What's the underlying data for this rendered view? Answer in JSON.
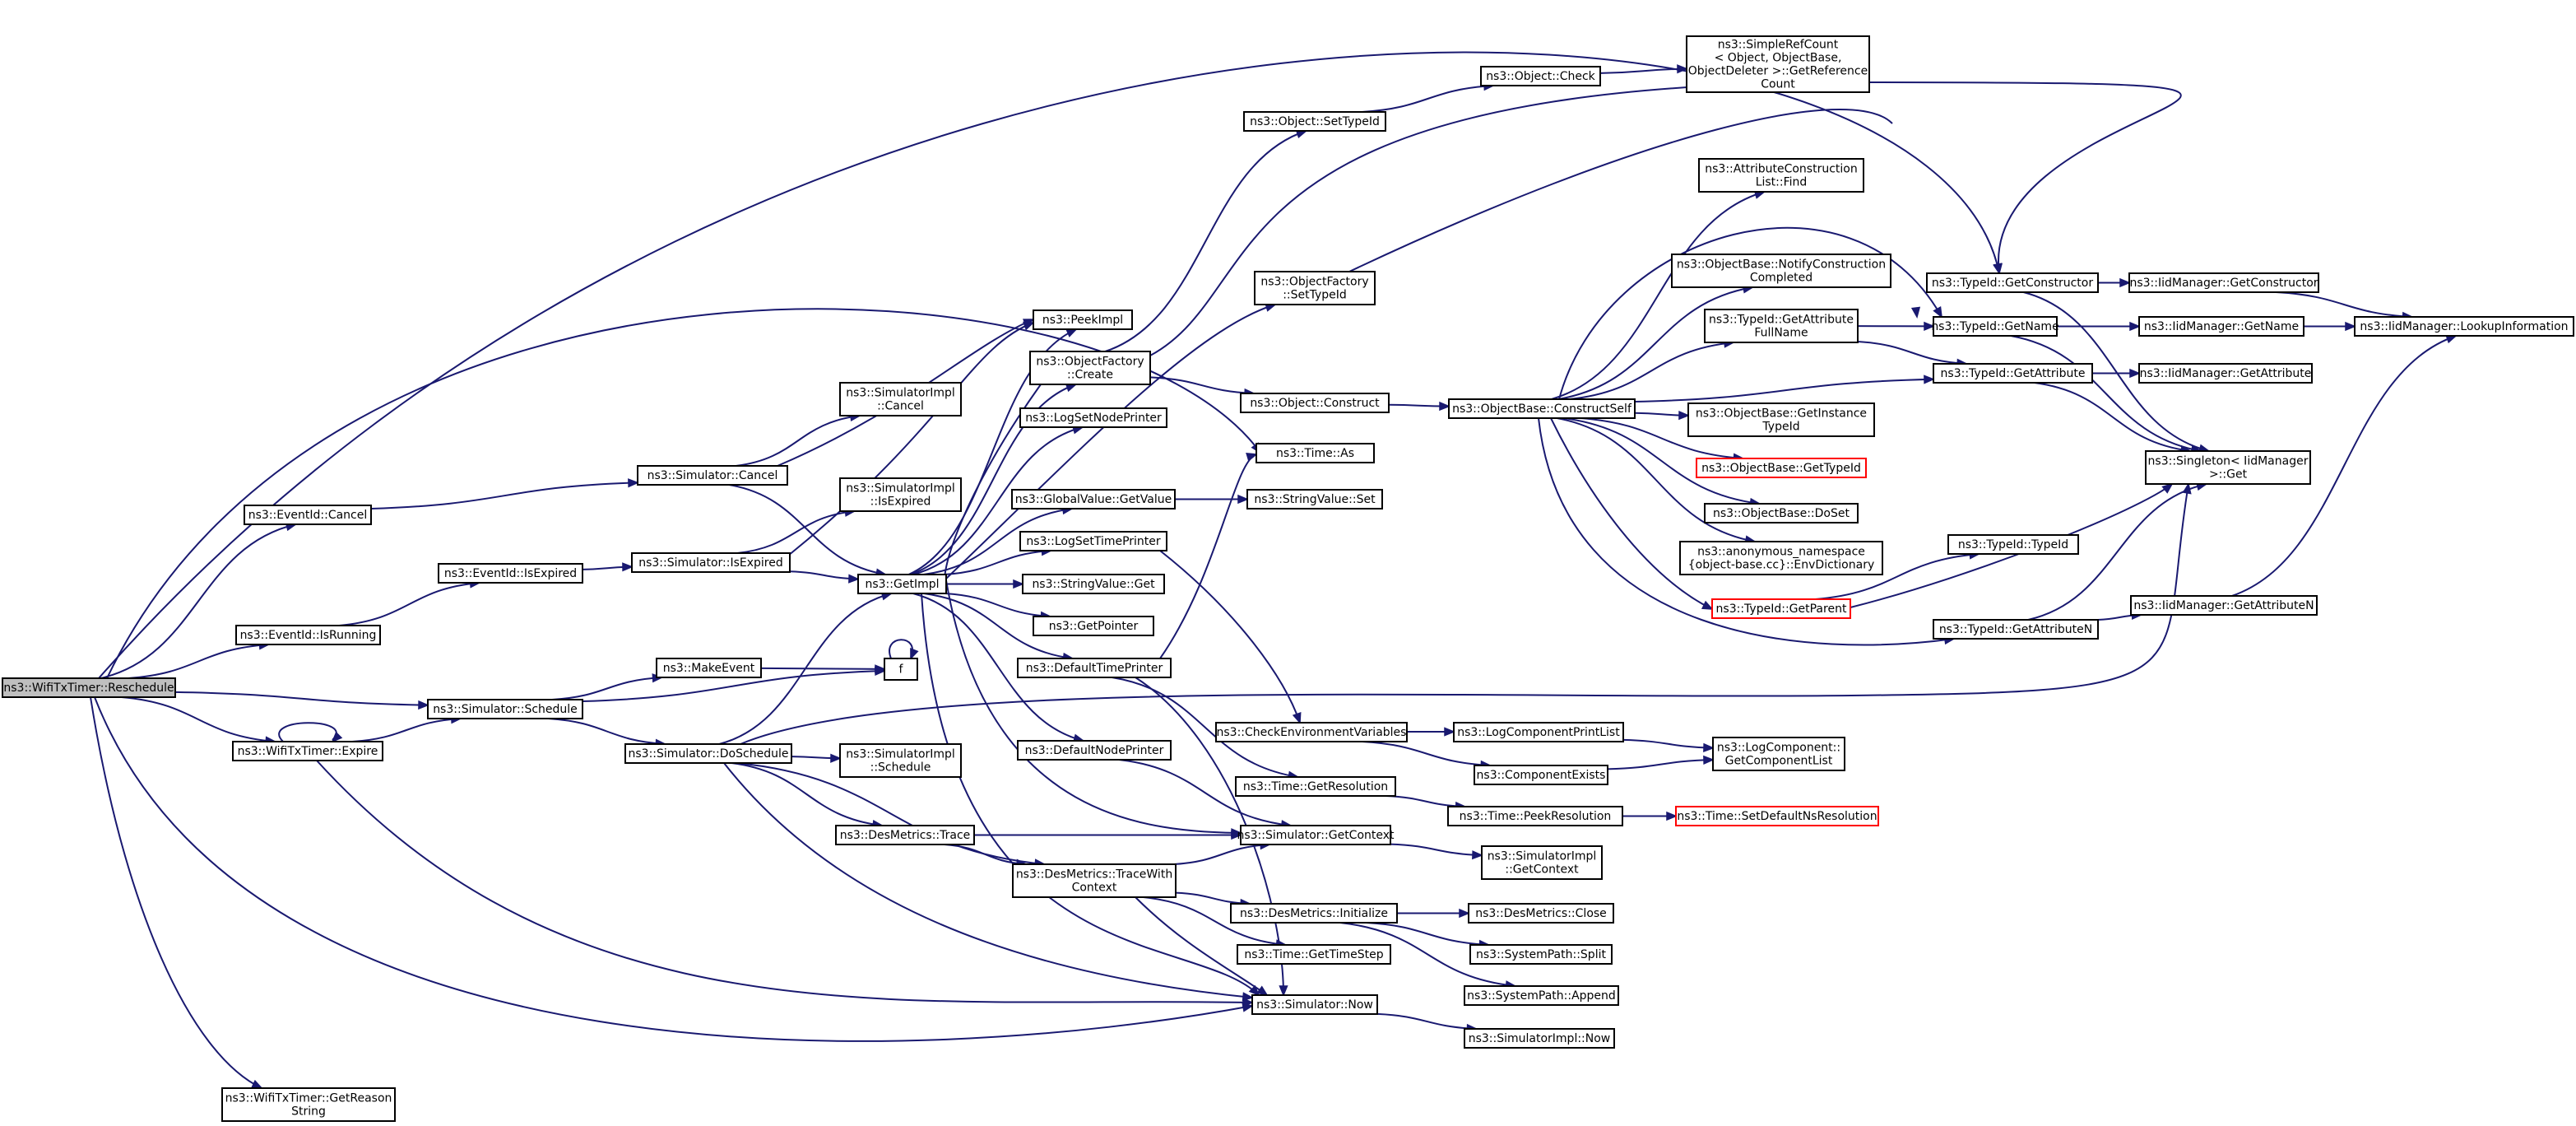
{
  "graph": {
    "colors": {
      "edge": "#191970",
      "node_border": "#000000",
      "node_fill": "#ffffff",
      "focus_fill": "#bfbfbf",
      "truncated_border": "#ff0000"
    },
    "nodes": [
      {
        "id": "reschedule",
        "lines": [
          "ns3::WifiTxTimer::Reschedule"
        ],
        "style": "focus"
      },
      {
        "id": "eventid_cancel",
        "lines": [
          "ns3::EventId::Cancel"
        ]
      },
      {
        "id": "eventid_isrunning",
        "lines": [
          "ns3::EventId::IsRunning"
        ]
      },
      {
        "id": "eventid_isexpired",
        "lines": [
          "ns3::EventId::IsExpired"
        ]
      },
      {
        "id": "sim_cancel",
        "lines": [
          "ns3::Simulator::Cancel"
        ]
      },
      {
        "id": "sim_isexpired",
        "lines": [
          "ns3::Simulator::IsExpired"
        ]
      },
      {
        "id": "simimpl_cancel",
        "lines": [
          "ns3::SimulatorImpl",
          "::Cancel"
        ]
      },
      {
        "id": "simimpl_isexpired",
        "lines": [
          "ns3::SimulatorImpl",
          "::IsExpired"
        ]
      },
      {
        "id": "getimpl",
        "lines": [
          "ns3::GetImpl"
        ]
      },
      {
        "id": "peekimpl",
        "lines": [
          "ns3::PeekImpl"
        ]
      },
      {
        "id": "objfactory_create",
        "lines": [
          "ns3::ObjectFactory",
          "::Create"
        ]
      },
      {
        "id": "logsetnodeprinter",
        "lines": [
          "ns3::LogSetNodePrinter"
        ]
      },
      {
        "id": "globalvalue_getvalue",
        "lines": [
          "ns3::GlobalValue::GetValue"
        ]
      },
      {
        "id": "logsettimeprinter",
        "lines": [
          "ns3::LogSetTimePrinter"
        ]
      },
      {
        "id": "stringvalue_get",
        "lines": [
          "ns3::StringValue::Get"
        ]
      },
      {
        "id": "getpointer",
        "lines": [
          "ns3::GetPointer"
        ]
      },
      {
        "id": "defaulttimeprinter",
        "lines": [
          "ns3::DefaultTimePrinter"
        ]
      },
      {
        "id": "defaultnodeprinter",
        "lines": [
          "ns3::DefaultNodePrinter"
        ]
      },
      {
        "id": "sim_schedule",
        "lines": [
          "ns3::Simulator::Schedule"
        ]
      },
      {
        "id": "makeevent",
        "lines": [
          "ns3::MakeEvent"
        ]
      },
      {
        "id": "f",
        "lines": [
          "f"
        ]
      },
      {
        "id": "sim_doschedule",
        "lines": [
          "ns3::Simulator::DoSchedule"
        ]
      },
      {
        "id": "simimpl_schedule",
        "lines": [
          "ns3::SimulatorImpl",
          "::Schedule"
        ]
      },
      {
        "id": "desmetrics_trace",
        "lines": [
          "ns3::DesMetrics::Trace"
        ]
      },
      {
        "id": "desmetrics_tracewithcontext",
        "lines": [
          "ns3::DesMetrics::TraceWith",
          "Context"
        ]
      },
      {
        "id": "wifitxtimer_expire",
        "lines": [
          "ns3::WifiTxTimer::Expire"
        ]
      },
      {
        "id": "wifitxtimer_getreasonstring",
        "lines": [
          "ns3::WifiTxTimer::GetReason",
          "String"
        ]
      },
      {
        "id": "object_settypeid",
        "lines": [
          "ns3::Object::SetTypeId"
        ]
      },
      {
        "id": "objfactory_settypeid",
        "lines": [
          "ns3::ObjectFactory",
          "::SetTypeId"
        ]
      },
      {
        "id": "object_construct",
        "lines": [
          "ns3::Object::Construct"
        ]
      },
      {
        "id": "time_as",
        "lines": [
          "ns3::Time::As"
        ]
      },
      {
        "id": "stringvalue_set",
        "lines": [
          "ns3::StringValue::Set"
        ]
      },
      {
        "id": "checkenvvars",
        "lines": [
          "ns3::CheckEnvironmentVariables"
        ]
      },
      {
        "id": "time_getresolution",
        "lines": [
          "ns3::Time::GetResolution"
        ]
      },
      {
        "id": "sim_getcontext",
        "lines": [
          "ns3::Simulator::GetContext"
        ]
      },
      {
        "id": "desmetrics_initialize",
        "lines": [
          "ns3::DesMetrics::Initialize"
        ]
      },
      {
        "id": "time_gettimestep",
        "lines": [
          "ns3::Time::GetTimeStep"
        ]
      },
      {
        "id": "sim_now",
        "lines": [
          "ns3::Simulator::Now"
        ]
      },
      {
        "id": "object_check",
        "lines": [
          "ns3::Object::Check"
        ]
      },
      {
        "id": "simplerefcount_getrefcount",
        "lines": [
          "ns3::SimpleRefCount",
          "< Object, ObjectBase,",
          "ObjectDeleter >::GetReference",
          "Count"
        ]
      },
      {
        "id": "objbase_constructself",
        "lines": [
          "ns3::ObjectBase::ConstructSelf"
        ]
      },
      {
        "id": "logcomponentprintlist",
        "lines": [
          "ns3::LogComponentPrintList"
        ]
      },
      {
        "id": "componentexists",
        "lines": [
          "ns3::ComponentExists"
        ]
      },
      {
        "id": "time_peekresolution",
        "lines": [
          "ns3::Time::PeekResolution"
        ]
      },
      {
        "id": "simimpl_getcontext",
        "lines": [
          "ns3::SimulatorImpl",
          "::GetContext"
        ]
      },
      {
        "id": "desmetrics_close",
        "lines": [
          "ns3::DesMetrics::Close"
        ]
      },
      {
        "id": "systempath_split",
        "lines": [
          "ns3::SystemPath::Split"
        ]
      },
      {
        "id": "systempath_append",
        "lines": [
          "ns3::SystemPath::Append"
        ]
      },
      {
        "id": "simimpl_now",
        "lines": [
          "ns3::SimulatorImpl::Now"
        ]
      },
      {
        "id": "attrconstructionlist_find",
        "lines": [
          "ns3::AttributeConstruction",
          "List::Find"
        ]
      },
      {
        "id": "objbase_notifyconstructioncompleted",
        "lines": [
          "ns3::ObjectBase::NotifyConstruction",
          "Completed"
        ]
      },
      {
        "id": "typeid_getattributefullname",
        "lines": [
          "ns3::TypeId::GetAttribute",
          "FullName"
        ]
      },
      {
        "id": "objbase_getinstancetypeid",
        "lines": [
          "ns3::ObjectBase::GetInstance",
          "TypeId"
        ]
      },
      {
        "id": "objbase_gettypeid",
        "lines": [
          "ns3::ObjectBase::GetTypeId"
        ],
        "style": "truncated"
      },
      {
        "id": "objbase_doset",
        "lines": [
          "ns3::ObjectBase::DoSet"
        ]
      },
      {
        "id": "anon_envdictionary",
        "lines": [
          "ns3::anonymous_namespace",
          "{object-base.cc}::EnvDictionary"
        ]
      },
      {
        "id": "typeid_getparent",
        "lines": [
          "ns3::TypeId::GetParent"
        ],
        "style": "truncated"
      },
      {
        "id": "logcomponent_getcomponentlist",
        "lines": [
          "ns3::LogComponent::",
          "GetComponentList"
        ]
      },
      {
        "id": "time_setdefaultnsresolution",
        "lines": [
          "ns3::Time::SetDefaultNsResolution"
        ],
        "style": "truncated"
      },
      {
        "id": "typeid_getconstructor",
        "lines": [
          "ns3::TypeId::GetConstructor"
        ]
      },
      {
        "id": "typeid_getname",
        "lines": [
          "ns3::TypeId::GetName"
        ]
      },
      {
        "id": "typeid_getattribute",
        "lines": [
          "ns3::TypeId::GetAttribute"
        ]
      },
      {
        "id": "typeid_typeid",
        "lines": [
          "ns3::TypeId::TypeId"
        ]
      },
      {
        "id": "typeid_getattributen",
        "lines": [
          "ns3::TypeId::GetAttributeN"
        ]
      },
      {
        "id": "iidmanager_getconstructor",
        "lines": [
          "ns3::IidManager::GetConstructor"
        ]
      },
      {
        "id": "iidmanager_getname",
        "lines": [
          "ns3::IidManager::GetName"
        ]
      },
      {
        "id": "iidmanager_getattribute",
        "lines": [
          "ns3::IidManager::GetAttribute"
        ]
      },
      {
        "id": "singleton_iidmanager_get",
        "lines": [
          "ns3::Singleton< IidManager",
          ">::Get"
        ]
      },
      {
        "id": "iidmanager_getattributen",
        "lines": [
          "ns3::IidManager::GetAttributeN"
        ]
      },
      {
        "id": "iidmanager_lookupinformation",
        "lines": [
          "ns3::IidManager::LookupInformation"
        ]
      }
    ],
    "edges": [
      [
        "reschedule",
        "eventid_cancel"
      ],
      [
        "reschedule",
        "eventid_isrunning"
      ],
      [
        "reschedule",
        "sim_schedule"
      ],
      [
        "reschedule",
        "wifitxtimer_expire"
      ],
      [
        "reschedule",
        "wifitxtimer_getreasonstring"
      ],
      [
        "reschedule",
        "sim_now"
      ],
      [
        "reschedule",
        "time_as"
      ],
      [
        "reschedule",
        "typeid_getconstructor"
      ],
      [
        "eventid_cancel",
        "sim_cancel"
      ],
      [
        "eventid_isrunning",
        "eventid_isexpired"
      ],
      [
        "eventid_isexpired",
        "sim_isexpired"
      ],
      [
        "sim_cancel",
        "simimpl_cancel"
      ],
      [
        "sim_cancel",
        "getimpl"
      ],
      [
        "sim_cancel",
        "peekimpl"
      ],
      [
        "sim_isexpired",
        "simimpl_isexpired"
      ],
      [
        "sim_isexpired",
        "getimpl"
      ],
      [
        "sim_isexpired",
        "peekimpl"
      ],
      [
        "sim_schedule",
        "makeevent"
      ],
      [
        "sim_schedule",
        "f"
      ],
      [
        "sim_schedule",
        "sim_doschedule"
      ],
      [
        "makeevent",
        "f"
      ],
      [
        "f",
        "f"
      ],
      [
        "sim_doschedule",
        "getimpl"
      ],
      [
        "sim_doschedule",
        "simimpl_schedule"
      ],
      [
        "sim_doschedule",
        "desmetrics_trace"
      ],
      [
        "sim_doschedule",
        "desmetrics_tracewithcontext"
      ],
      [
        "sim_doschedule",
        "sim_now"
      ],
      [
        "sim_doschedule",
        "singleton_iidmanager_get"
      ],
      [
        "wifitxtimer_expire",
        "wifitxtimer_expire"
      ],
      [
        "wifitxtimer_expire",
        "sim_schedule"
      ],
      [
        "wifitxtimer_expire",
        "sim_now"
      ],
      [
        "getimpl",
        "peekimpl"
      ],
      [
        "getimpl",
        "objfactory_create"
      ],
      [
        "getimpl",
        "logsetnodeprinter"
      ],
      [
        "getimpl",
        "globalvalue_getvalue"
      ],
      [
        "getimpl",
        "logsettimeprinter"
      ],
      [
        "getimpl",
        "stringvalue_get"
      ],
      [
        "getimpl",
        "getpointer"
      ],
      [
        "getimpl",
        "defaulttimeprinter"
      ],
      [
        "getimpl",
        "defaultnodeprinter"
      ],
      [
        "getimpl",
        "objfactory_settypeid"
      ],
      [
        "getimpl",
        "sim_getcontext"
      ],
      [
        "getimpl",
        "sim_now"
      ],
      [
        "objfactory_create",
        "object_settypeid"
      ],
      [
        "objfactory_create",
        "object_construct"
      ],
      [
        "objfactory_create",
        "getimpl"
      ],
      [
        "objfactory_create",
        "typeid_getconstructor"
      ],
      [
        "object_settypeid",
        "object_check"
      ],
      [
        "object_check",
        "simplerefcount_getrefcount"
      ],
      [
        "objfactory_settypeid",
        "typeid_getname"
      ],
      [
        "object_construct",
        "objbase_constructself"
      ],
      [
        "globalvalue_getvalue",
        "stringvalue_set"
      ],
      [
        "logsettimeprinter",
        "checkenvvars"
      ],
      [
        "defaulttimeprinter",
        "time_as"
      ],
      [
        "defaulttimeprinter",
        "time_getresolution"
      ],
      [
        "defaulttimeprinter",
        "sim_now"
      ],
      [
        "defaultnodeprinter",
        "sim_getcontext"
      ],
      [
        "desmetrics_trace",
        "sim_getcontext"
      ],
      [
        "desmetrics_trace",
        "desmetrics_tracewithcontext"
      ],
      [
        "desmetrics_tracewithcontext",
        "sim_getcontext"
      ],
      [
        "desmetrics_tracewithcontext",
        "desmetrics_initialize"
      ],
      [
        "desmetrics_tracewithcontext",
        "time_gettimestep"
      ],
      [
        "desmetrics_tracewithcontext",
        "sim_now"
      ],
      [
        "checkenvvars",
        "logcomponentprintlist"
      ],
      [
        "checkenvvars",
        "componentexists"
      ],
      [
        "time_getresolution",
        "time_peekresolution"
      ],
      [
        "time_peekresolution",
        "time_setdefaultnsresolution"
      ],
      [
        "sim_getcontext",
        "simimpl_getcontext"
      ],
      [
        "desmetrics_initialize",
        "desmetrics_close"
      ],
      [
        "desmetrics_initialize",
        "systempath_split"
      ],
      [
        "desmetrics_initialize",
        "systempath_append"
      ],
      [
        "sim_now",
        "simimpl_now"
      ],
      [
        "logcomponentprintlist",
        "logcomponent_getcomponentlist"
      ],
      [
        "componentexists",
        "logcomponent_getcomponentlist"
      ],
      [
        "objbase_constructself",
        "attrconstructionlist_find"
      ],
      [
        "objbase_constructself",
        "objbase_notifyconstructioncompleted"
      ],
      [
        "objbase_constructself",
        "typeid_getattributefullname"
      ],
      [
        "objbase_constructself",
        "typeid_getname"
      ],
      [
        "objbase_constructself",
        "typeid_getattribute"
      ],
      [
        "objbase_constructself",
        "objbase_getinstancetypeid"
      ],
      [
        "objbase_constructself",
        "objbase_gettypeid"
      ],
      [
        "objbase_constructself",
        "objbase_doset"
      ],
      [
        "objbase_constructself",
        "anon_envdictionary"
      ],
      [
        "objbase_constructself",
        "typeid_getparent"
      ],
      [
        "objbase_constructself",
        "typeid_getattributen"
      ],
      [
        "typeid_getattributefullname",
        "typeid_getname"
      ],
      [
        "typeid_getattributefullname",
        "typeid_getattribute"
      ],
      [
        "typeid_getparent",
        "typeid_typeid"
      ],
      [
        "typeid_getparent",
        "singleton_iidmanager_get"
      ],
      [
        "typeid_getconstructor",
        "iidmanager_getconstructor"
      ],
      [
        "typeid_getconstructor",
        "singleton_iidmanager_get"
      ],
      [
        "typeid_getname",
        "iidmanager_getname"
      ],
      [
        "typeid_getname",
        "singleton_iidmanager_get"
      ],
      [
        "typeid_getattribute",
        "iidmanager_getattribute"
      ],
      [
        "typeid_getattribute",
        "singleton_iidmanager_get"
      ],
      [
        "typeid_getattributen",
        "iidmanager_getattributen"
      ],
      [
        "typeid_getattributen",
        "singleton_iidmanager_get"
      ],
      [
        "iidmanager_getconstructor",
        "iidmanager_lookupinformation"
      ],
      [
        "iidmanager_getname",
        "iidmanager_lookupinformation"
      ],
      [
        "iidmanager_getattributen",
        "iidmanager_lookupinformation"
      ]
    ]
  }
}
